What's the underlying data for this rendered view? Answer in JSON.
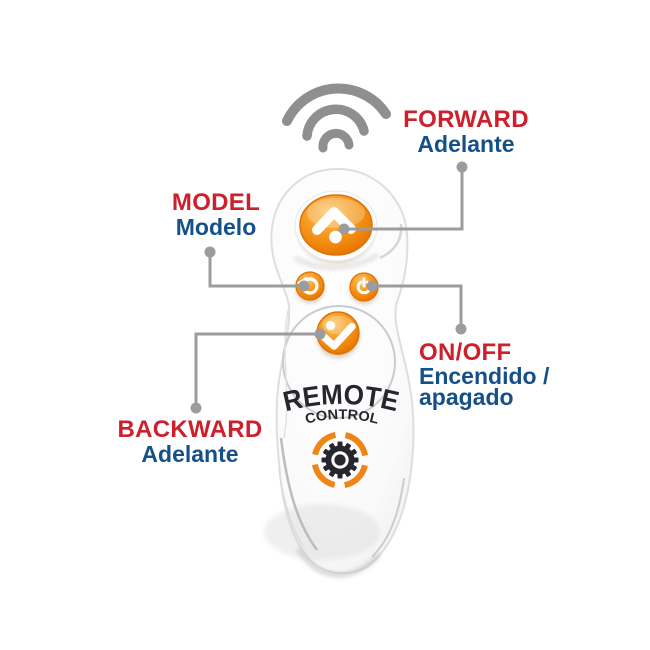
{
  "title": "Remote control labeled diagram",
  "colors": {
    "label_red": "#CE202C",
    "label_blue": "#155089",
    "callout_gray": "#9C9C9C",
    "wifi_gray": "#8F8F8F",
    "brand_dark": "#26262C",
    "accent_orange": "#F08519"
  },
  "callouts": {
    "forward": {
      "title": "FORWARD",
      "subtitle": "Adelante"
    },
    "model": {
      "title": "MODEL",
      "subtitle": "Modelo"
    },
    "onoff": {
      "title": "ON/OFF",
      "subtitle_line1": "Encendido /",
      "subtitle_line2": "apagado"
    },
    "backward": {
      "title": "BACKWARD",
      "subtitle": "Adelante"
    }
  },
  "device": {
    "brand_line1": "REMOTE",
    "brand_line2": "CONTROL",
    "buttons": [
      {
        "id": "forward",
        "icon": "up-arrow-icon"
      },
      {
        "id": "model",
        "icon": "rotate-arrow-icon"
      },
      {
        "id": "power",
        "icon": "power-icon"
      },
      {
        "id": "backward",
        "icon": "footstep-icon"
      }
    ],
    "emblems": [
      {
        "icon": "wifi-signal-icon"
      },
      {
        "icon": "gear-icon"
      }
    ]
  }
}
